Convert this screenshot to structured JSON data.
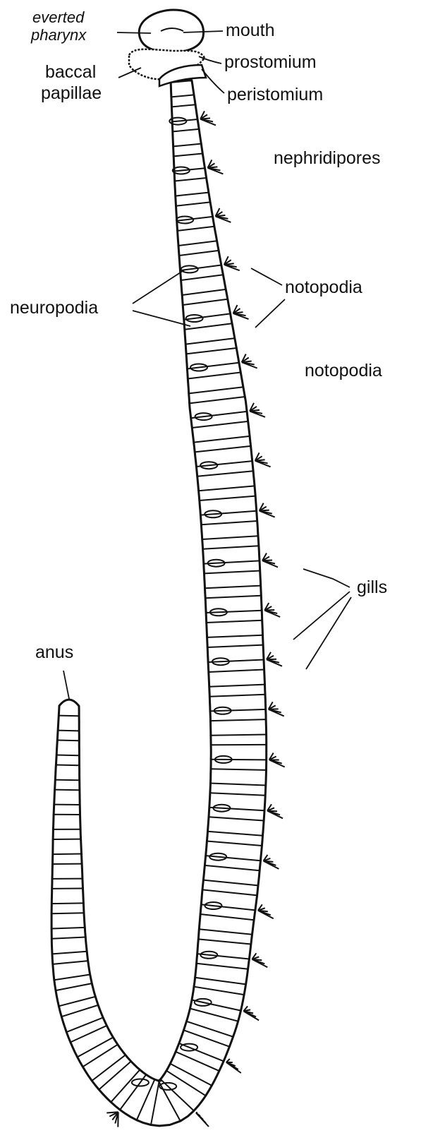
{
  "diagram": {
    "labels": {
      "everted_pharynx_line1": "everted",
      "everted_pharynx_line2": "pharynx",
      "mouth": "mouth",
      "prostomium": "prostomium",
      "baccal_papillae_line1": "baccal",
      "baccal_papillae_line2": "papillae",
      "peristomium": "peristomium",
      "nephridipores": "nephridipores",
      "neuropodia": "neuropodia",
      "notopodia_1": "notopodia",
      "notopodia_2": "notopodia",
      "gills": "gills",
      "anus": "anus"
    }
  }
}
